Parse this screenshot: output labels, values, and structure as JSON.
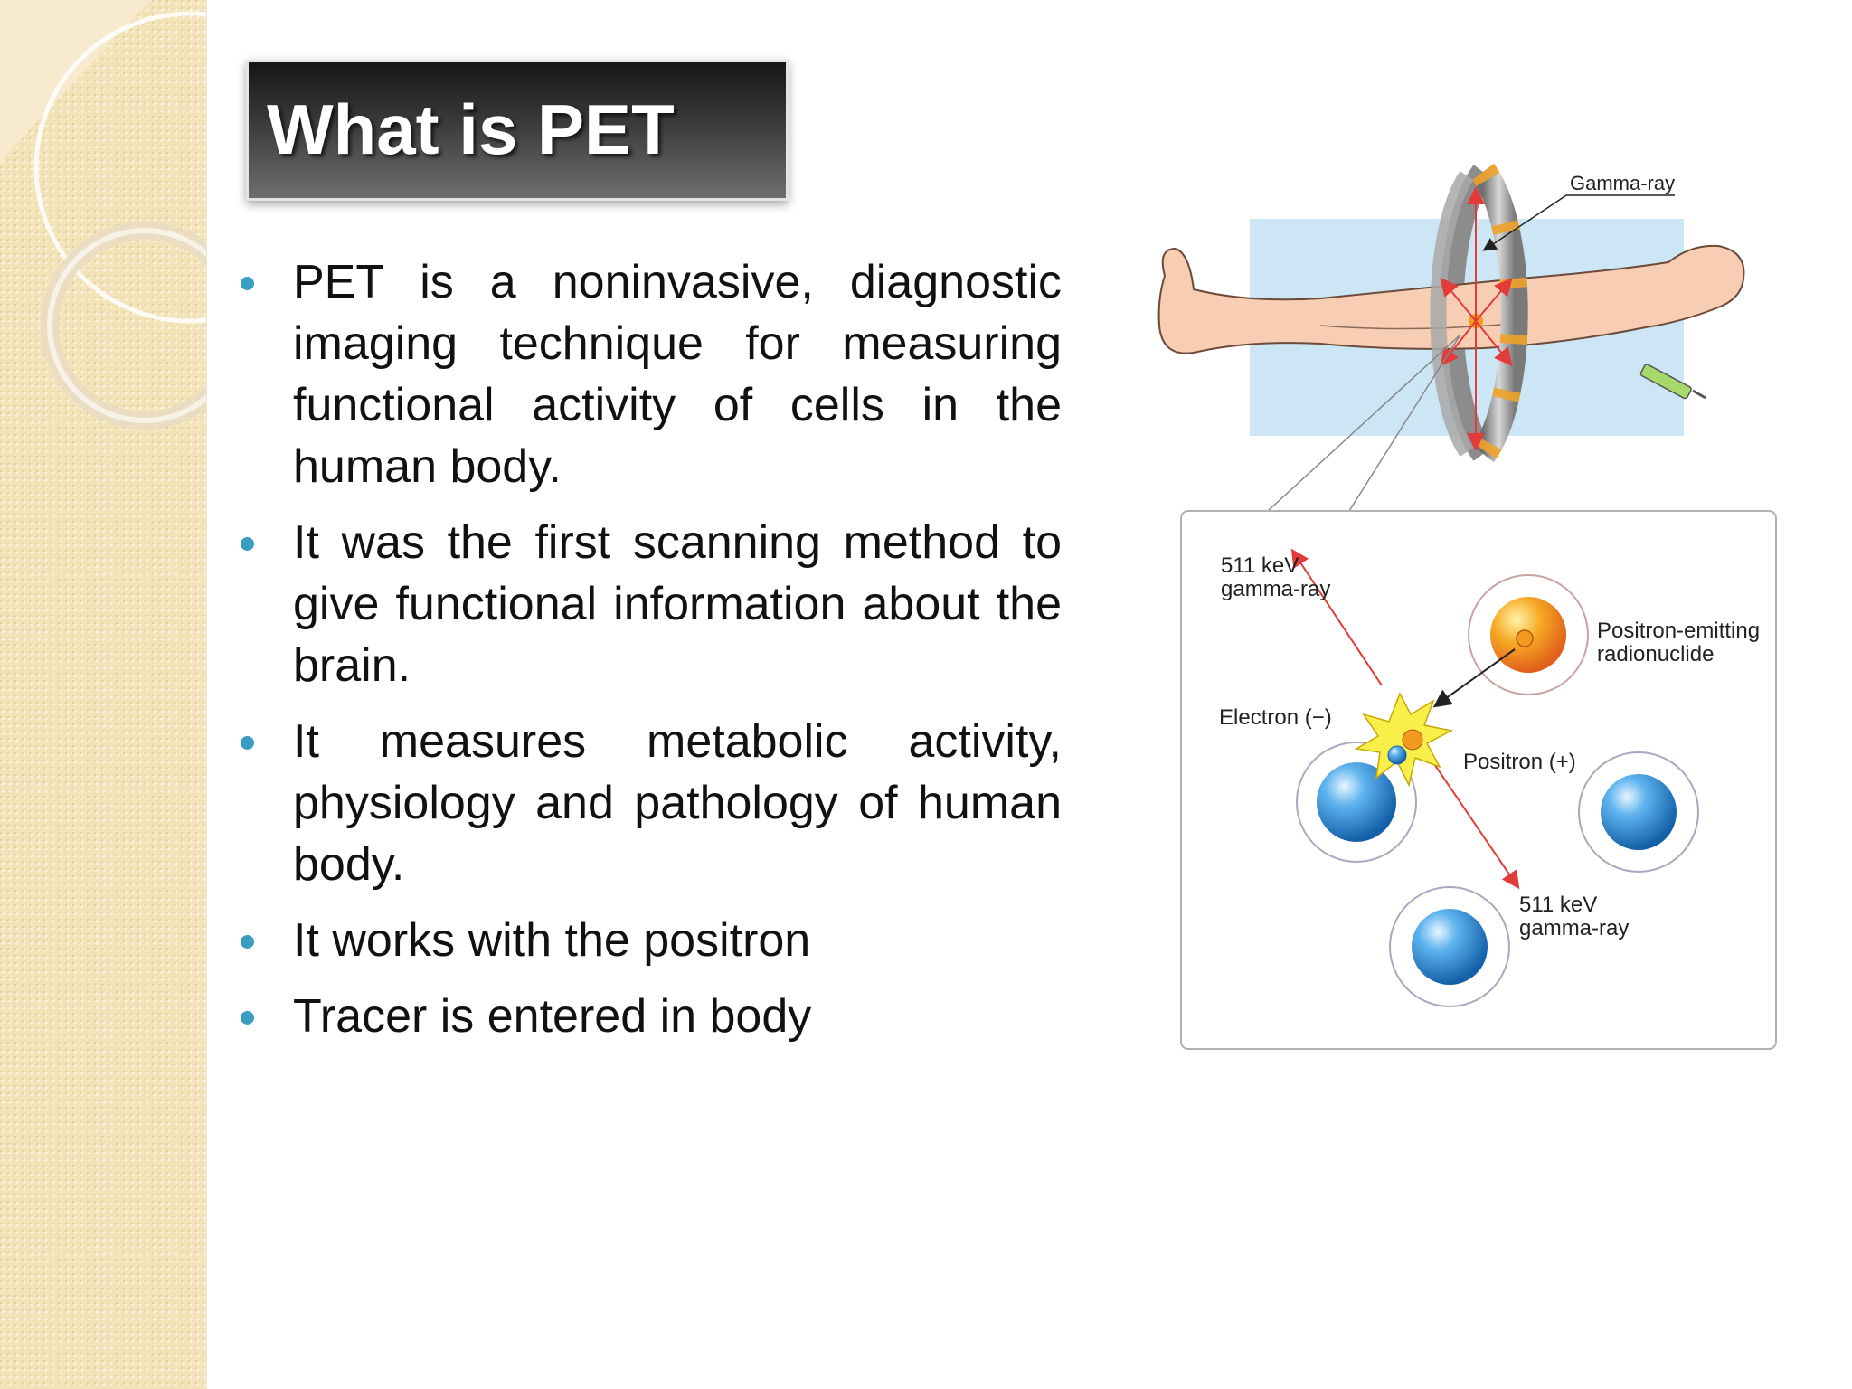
{
  "slide": {
    "title": "What is PET",
    "bullets": [
      "PET is a noninvasive, diagnostic imaging technique for measuring functional activity of cells in the human body.",
      "It was the first scanning method to give functional information about the brain.",
      "It measures metabolic activity, physiology and pathology of human body.",
      "It works with the positron",
      "Tracer is entered in body"
    ]
  },
  "diagram": {
    "labels": {
      "gamma_ray": "Gamma-ray",
      "kev_top_1": "511 keV",
      "kev_top_2": "gamma-ray",
      "radionuclide_1": "Positron-emitting",
      "radionuclide_2": "radionuclide",
      "electron": "Electron (−)",
      "positron": "Positron (+)",
      "kev_bottom_1": "511 keV",
      "kev_bottom_2": "gamma-ray"
    }
  },
  "colors": {
    "title_bg": "#3b3b3b",
    "bullet_dot": "#3a9ec2",
    "side_band": "#f3e3b8",
    "scanner_area": "#cde6f5",
    "skin": "#f7cdb4",
    "ring_band": "#f0a32a",
    "radionuclide": "#f39a1e",
    "electron_blue": "#1f7fcf",
    "arrow_red": "#e33a3a"
  }
}
